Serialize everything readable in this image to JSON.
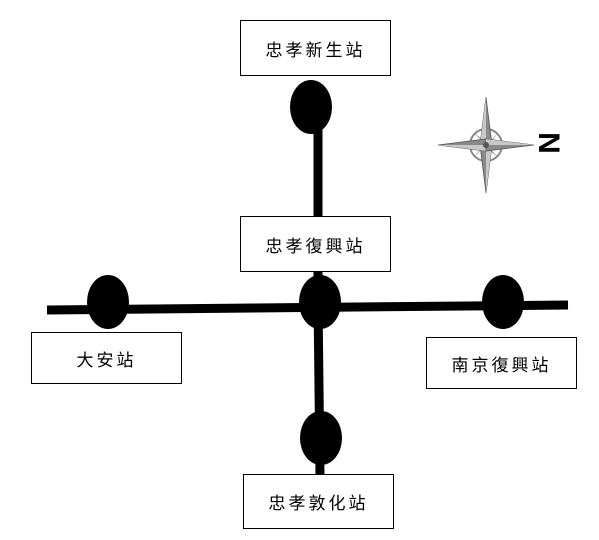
{
  "stations": [
    {
      "id": "zhongxiao-xinsheng",
      "label": "忠孝新生站"
    },
    {
      "id": "zhongxiao-fuxing",
      "label": "忠孝復興站"
    },
    {
      "id": "daan",
      "label": "大安站"
    },
    {
      "id": "nanjing-fuxing",
      "label": "南京復興站"
    },
    {
      "id": "zhongxiao-dunhua",
      "label": "忠孝敦化站"
    }
  ],
  "compass": {
    "letter": "N",
    "icon": "compass-rose-icon"
  },
  "colors": {
    "line": "#000000",
    "station": "#000000",
    "background": "#ffffff",
    "compass": "#7a7a7a"
  }
}
